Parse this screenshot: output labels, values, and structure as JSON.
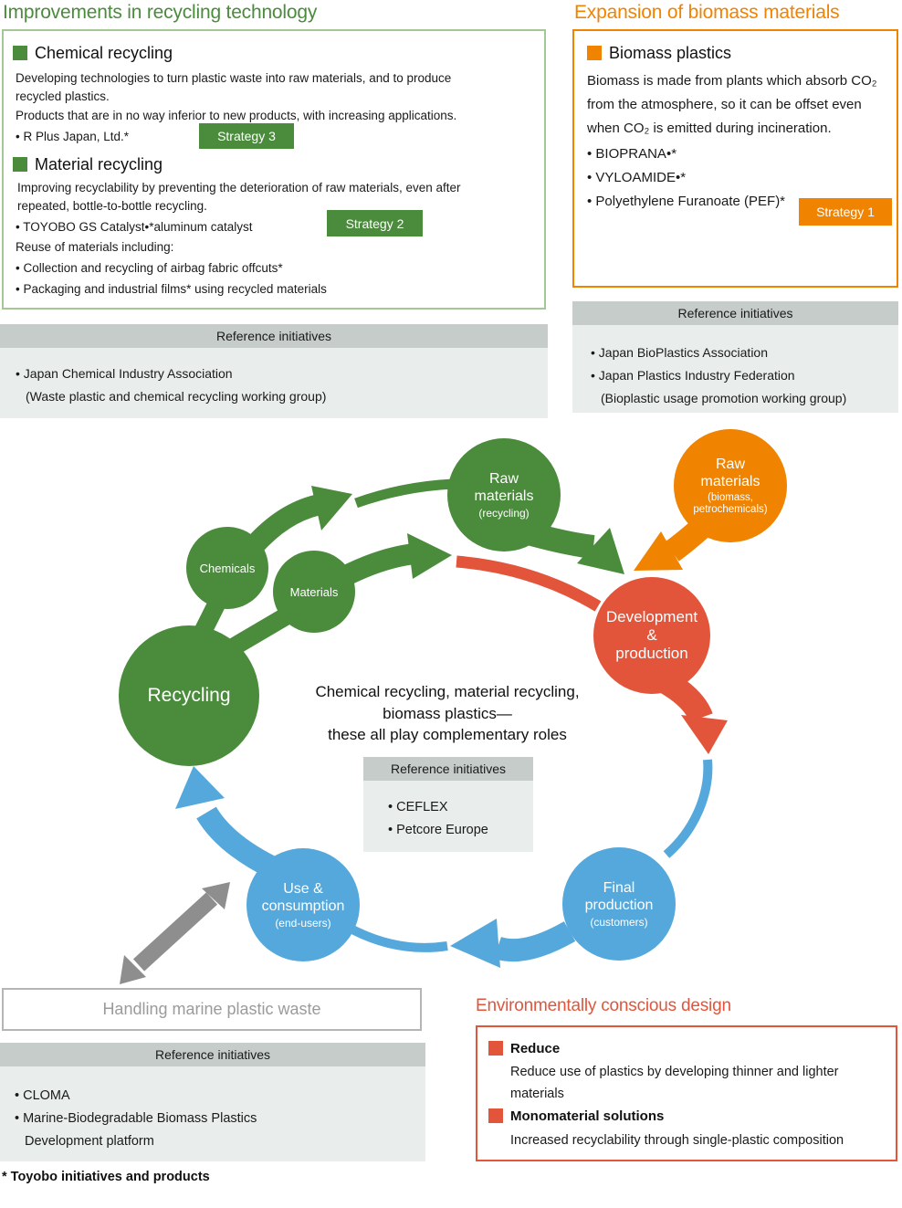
{
  "colors": {
    "green": "#4a8b3c",
    "green_border": "#a4c795",
    "orange": "#f08300",
    "red": "#e2553b",
    "blue": "#55a8db",
    "gray_arrow": "#8e8e8e",
    "ref_header_bg": "#c5ccc9",
    "ref_body_bg": "#e9edeb",
    "marine_gray": "#9b9b9b"
  },
  "recycling_section": {
    "title": "Improvements in recycling technology",
    "chemical_heading": "Chemical recycling",
    "chemical_body1": "Developing technologies to turn plastic waste into raw materials, and to produce recycled plastics.",
    "chemical_body2": "Products that are in no way inferior to new products, with increasing applications.",
    "chemical_bullet": "• R Plus Japan, Ltd.*",
    "strategy3": "Strategy 3",
    "material_heading": "Material recycling",
    "material_body": "Improving recyclability by preventing the deterioration of raw materials, even after repeated, bottle-to-bottle recycling.",
    "material_bullet": "• TOYOBO GS Catalyst•*aluminum catalyst",
    "strategy2": "Strategy 2",
    "reuse_heading": "Reuse of materials including:",
    "reuse_bullet1": "• Collection and recycling of airbag fabric offcuts*",
    "reuse_bullet2": "• Packaging and industrial films* using recycled materials",
    "reference_title": "Reference initiatives",
    "reference_item": "• Japan Chemical Industry Association",
    "reference_item_sub": "(Waste plastic and chemical recycling working group)"
  },
  "biomass_section": {
    "title": "Expansion of biomass materials",
    "heading": "Biomass plastics",
    "body": "Biomass is made from plants which absorb CO₂ from the atmosphere, so it can be offset even when CO₂ is emitted during incineration.",
    "bullet1": "• BIOPRANA•*",
    "bullet2": "• VYLOAMIDE•*",
    "bullet3": "• Polyethylene Furanoate (PEF)*",
    "strategy1": "Strategy 1",
    "reference_title": "Reference initiatives",
    "reference_item1": "• Japan BioPlastics Association",
    "reference_item2": "• Japan Plastics Industry Federation",
    "reference_item2_sub": "(Bioplastic usage promotion working group)"
  },
  "cycle": {
    "center_text": "Chemical recycling, material recycling,\nbiomass plastics—\nthese all play complementary roles",
    "reference_title": "Reference initiatives",
    "reference_item1": "• CEFLEX",
    "reference_item2": "• Petcore Europe",
    "raw_recycling": {
      "label": "Raw\nmaterials",
      "sub": "(recycling)"
    },
    "raw_biomass": {
      "label": "Raw\nmaterials",
      "sub": "(biomass,\npetrochemicals)"
    },
    "development": {
      "label": "Development\n&\nproduction"
    },
    "final_production": {
      "label": "Final\nproduction",
      "sub": "(customers)"
    },
    "use_consumption": {
      "label": "Use &\nconsumption",
      "sub": "(end-users)"
    },
    "recycling": {
      "label": "Recycling"
    },
    "chemicals": {
      "label": "Chemicals"
    },
    "materials": {
      "label": "Materials"
    }
  },
  "marine_section": {
    "box_label": "Handling marine plastic waste",
    "reference_title": "Reference initiatives",
    "item1": "• CLOMA",
    "item2": "• Marine-Biodegradable Biomass Plastics",
    "item2_sub": "Development platform"
  },
  "eco_section": {
    "title": "Environmentally conscious design",
    "reduce_heading": "Reduce",
    "reduce_body": "Reduce use of plastics by developing thinner and lighter materials",
    "mono_heading": "Monomaterial solutions",
    "mono_body": "Increased recyclability through single-plastic composition"
  },
  "footnote": "* Toyobo initiatives and products"
}
